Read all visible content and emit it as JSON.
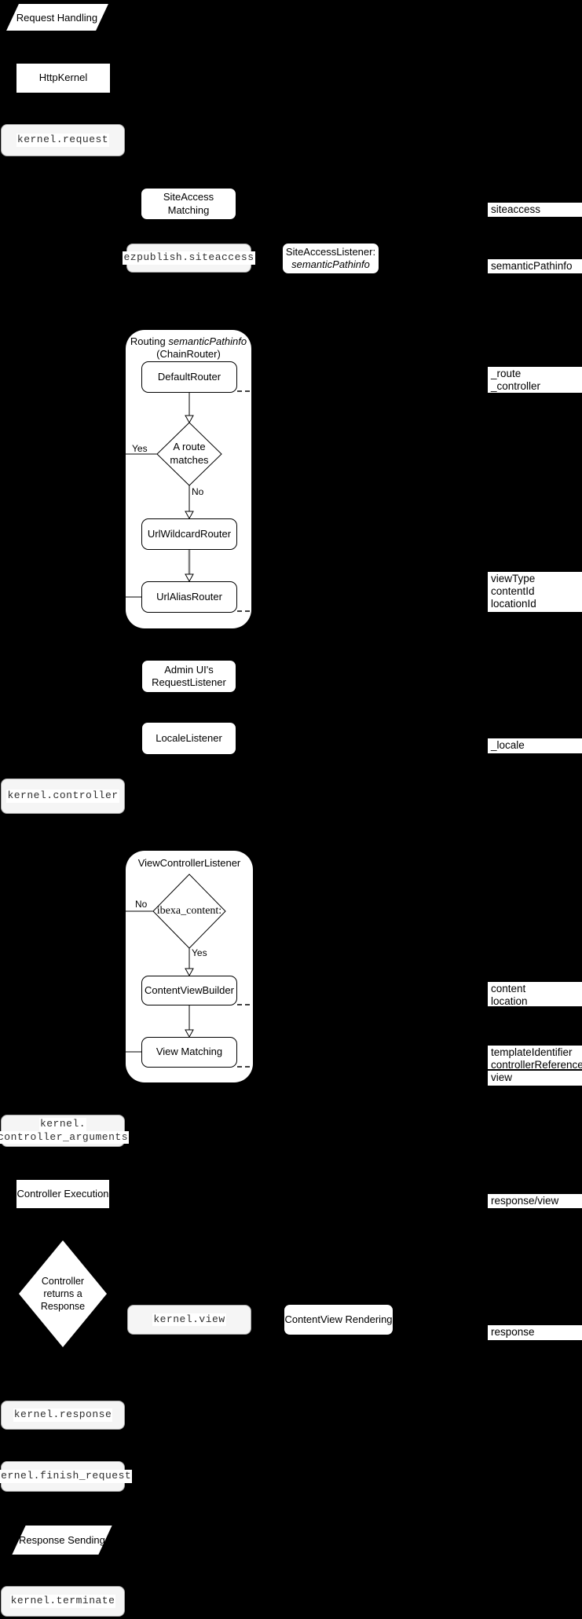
{
  "colors": {
    "background": "#000000",
    "node_fill": "#ffffff",
    "event_fill": "#f5f5f5",
    "event_border": "#a9a9a9",
    "line": "#000000",
    "gray_line": "#7f7f7f"
  },
  "nodes": {
    "request_handling": "Request Handling",
    "http_kernel": "HttpKernel",
    "kernel_request": "kernel.request",
    "siteaccess_matching": "SiteAccess Matching",
    "ezpublish_siteaccess": "ezpublish.siteaccess",
    "siteaccess_listener_line1": "SiteAccessListener:",
    "siteaccess_listener_line2": "semanticPathinfo",
    "admin_request_listener_line1": "Admin UI's",
    "admin_request_listener_line2": "RequestListener",
    "locale_listener": "LocaleListener",
    "kernel_controller": "kernel.controller",
    "kernel_controller_arguments_line1": "kernel.",
    "kernel_controller_arguments_line2": "controller_arguments",
    "controller_execution": "Controller Execution",
    "controller_returns_line1": "Controller",
    "controller_returns_line2": "returns a",
    "controller_returns_line3": "Response",
    "kernel_view": "kernel.view",
    "contentview_rendering": "ContentView Rendering",
    "kernel_response": "kernel.response",
    "kernel_finish_request": "kernel.finish_request",
    "response_sending": "Response Sending",
    "kernel_terminate": "kernel.terminate"
  },
  "routing_group": {
    "title_text": "Routing",
    "title_italic": "semanticPathinfo",
    "title_line2": "(ChainRouter)",
    "default_router": "DefaultRouter",
    "decision_line1": "A route",
    "decision_line2": "matches",
    "yes_label": "Yes",
    "no_label": "No",
    "url_wildcard_router": "UrlWildcardRouter",
    "url_alias_router": "UrlAliasRouter"
  },
  "view_controller_group": {
    "title": "ViewControllerListener",
    "decision": "ibexa_content:",
    "yes_label": "Yes",
    "no_label": "No",
    "content_view_builder": "ContentViewBuilder",
    "view_matching": "View Matching"
  },
  "request_attributes": [
    {
      "lines": [
        "siteaccess"
      ]
    },
    {
      "lines": [
        "semanticPathinfo"
      ]
    },
    {
      "lines": [
        "_route",
        "_controller"
      ]
    },
    {
      "lines": [
        "viewType",
        "contentId",
        "locationId"
      ]
    },
    {
      "lines": [
        "_locale"
      ]
    },
    {
      "lines": [
        "content",
        "location"
      ]
    },
    {
      "lines": [
        "templateIdentifier",
        "controllerReference"
      ]
    },
    {
      "lines": [
        "view"
      ]
    },
    {
      "lines": [
        "response/view"
      ]
    },
    {
      "lines": [
        "response"
      ]
    }
  ]
}
